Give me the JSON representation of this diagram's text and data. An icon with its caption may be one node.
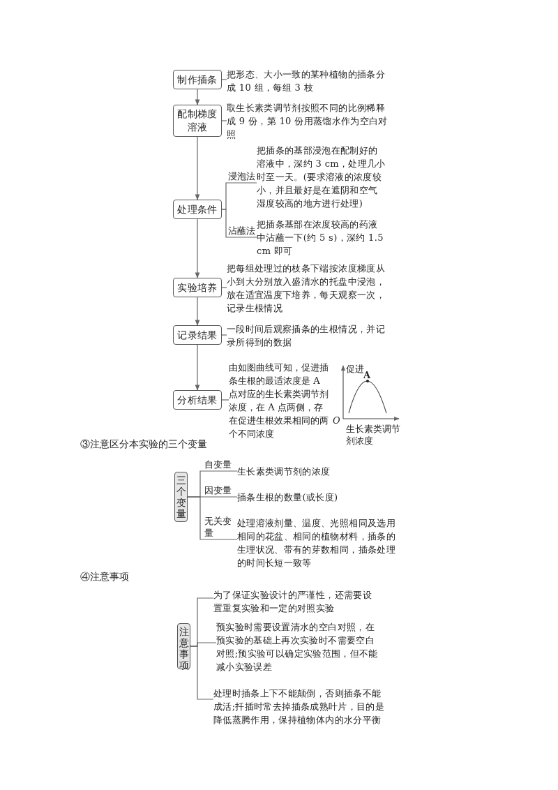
{
  "diagram": {
    "nodes": [
      {
        "text": [
          "制作插条"
        ]
      },
      {
        "text": [
          "把形态、大小一致的某种植物的插条分成 10 组，每组 3 枝"
        ]
      },
      {
        "text": [
          "配制梯度溶液"
        ]
      },
      {
        "text": [
          "取生长素类调节剂按照不同的比例稀释成 9 份，第 10 份用蒸馏水作为空白对照"
        ]
      },
      {
        "text": [
          "处理条件"
        ]
      },
      {
        "text": [
          "把插条的基部浸泡在配制好的溶液中，深约 3 cm，处理几小时至一天。(要求溶液的浓度较小，并且最好是在遮阴和空气湿度较高的地方进行处理)"
        ]
      },
      {
        "text": [
          "把插条基部在浓度较高的药液中沾蘸一下(约 5 s)，深约 1.5 cm 即可"
        ]
      },
      {
        "text": [
          "实验培养"
        ]
      },
      {
        "text": [
          "把每组处理过的枝条下端按浓度梯度从小到大分别放入盛清水的托盘中浸泡，放在适宜温度下培养，每天观察一次，记录生根情况"
        ]
      },
      {
        "text": [
          "记录结果"
        ]
      },
      {
        "text": [
          "一段时间后观察插条的生根情况，并记录所得到的数据"
        ]
      },
      {
        "text": [
          "分析结果"
        ]
      },
      {
        "text": [
          "由如图曲线可知，促进插条生根的最适浓度是 A 点对应的生长素类调节剂浓度，在 A 点两侧，存在促进生根效果相同的两个不同浓度"
        ]
      },
      {
        "text": [
          "三个变量"
        ]
      },
      {
        "text": [
          "生长素类调节剂的浓度"
        ]
      },
      {
        "text": [
          "插条生根的数量(或长度)"
        ]
      },
      {
        "text": [
          "处理溶液剂量、温度、光照相同及选用相同的花盆、相同的植物材料，插条的生理状况、带有的芽数相同，插条处理的时间长短一致等"
        ]
      },
      {
        "text": [
          "注意事项"
        ]
      },
      {
        "text": [
          "为了保证实验设计的严谨性，还需要设置重复实验和一定的对照实验"
        ]
      },
      {
        "text": [
          "预实验时需要设置清水的空白对照，在预实验的基础上再次实验时不需要空白对照;预实验可以确定实验范围，但不能减小实验误差"
        ]
      },
      {
        "text": [
          "处理时插条上下不能颠倒，否则插条不能成活;扦插时常去掉插条成熟叶片，目的是降低蒸腾作用，保持植物体内的水分平衡"
        ]
      },
      {
        "text": [
          "促进",
          "A"
        ],
        "beside": [
          "O",
          "生长素类调节剂浓度"
        ]
      }
    ],
    "edges": [
      {
        "from": 0,
        "to": 2,
        "arrow": "to"
      },
      {
        "from": 2,
        "to": 4,
        "arrow": "to"
      },
      {
        "from": 4,
        "to": 7,
        "arrow": "to"
      },
      {
        "from": 7,
        "to": 9,
        "arrow": "to"
      },
      {
        "from": 9,
        "to": 11,
        "arrow": "to"
      },
      {
        "from": 0,
        "to": 1,
        "arrow": "none"
      },
      {
        "from": 2,
        "to": 3,
        "arrow": "none"
      },
      {
        "from": 4,
        "to": 5,
        "arrow": "none",
        "label": "浸泡法"
      },
      {
        "from": 4,
        "to": 6,
        "arrow": "none",
        "label": "沾蘸法"
      },
      {
        "from": 7,
        "to": 8,
        "arrow": "none"
      },
      {
        "from": 9,
        "to": 10,
        "arrow": "none"
      },
      {
        "from": 11,
        "to": 12,
        "arrow": "none"
      },
      {
        "from": 13,
        "to": 14,
        "arrow": "none",
        "label": "自变量"
      },
      {
        "from": 13,
        "to": 15,
        "arrow": "none",
        "label": "因变量"
      },
      {
        "from": 13,
        "to": 16,
        "arrow": "none",
        "label": "无关变量"
      },
      {
        "from": 17,
        "to": 18,
        "arrow": "none"
      },
      {
        "from": 17,
        "to": 19,
        "arrow": "none"
      },
      {
        "from": 17,
        "to": 20,
        "arrow": "none"
      }
    ],
    "labels": [
      "③注意区分本实验的三个变量",
      "④注意事项"
    ]
  }
}
